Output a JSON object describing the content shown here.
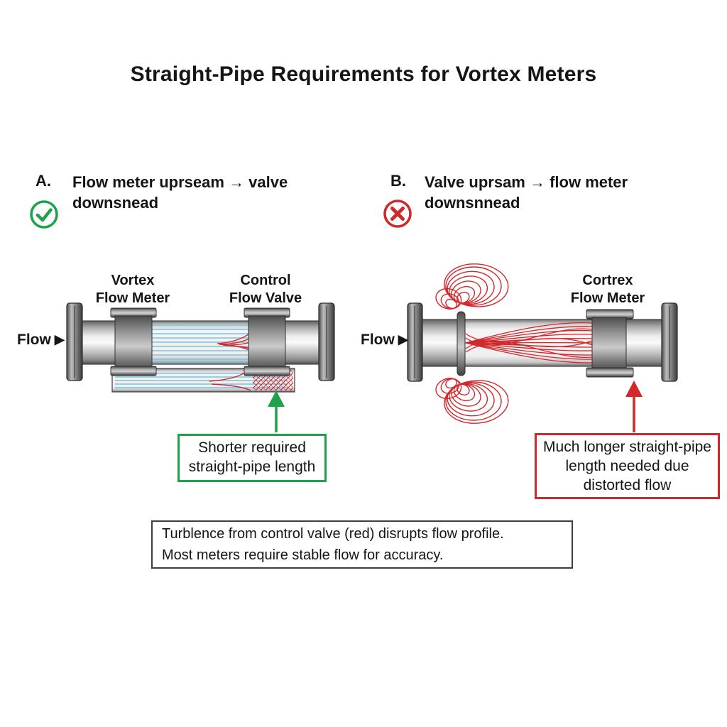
{
  "title": "Straight-Pipe Requirements for Vortex Meters",
  "section_a": {
    "letter": "A.",
    "heading_line1": "Flow meter uprseam → valve",
    "heading_line2": "downsnead",
    "status": "correct",
    "meter_label_line1": "Vortex",
    "meter_label_line2": "Flow Meter",
    "valve_label_line1": "Control",
    "valve_label_line2": "Flow Valve",
    "flow_label": "Flow",
    "callout_line1": "Shorter required",
    "callout_line2": "straight-pipe length"
  },
  "section_b": {
    "letter": "B.",
    "heading_line1": "Valve uprsam → flow meter",
    "heading_line2": "downsnnead",
    "status": "incorrect",
    "meter_label_line1": "Cortrex",
    "meter_label_line2": "Flow Meter",
    "flow_label": "Flow",
    "callout_line1": "Much longer straight-pipe",
    "callout_line2": "length needed due",
    "callout_line3": "distorted flow"
  },
  "footnote_line1": "Turblence from control valve (red) disrupts flow profile.",
  "footnote_line2": "Most meters require stable flow for accuracy.",
  "icons": {
    "section_a_status": "check-circle",
    "section_b_status": "x-circle",
    "flow_arrow_glyph": "▶"
  },
  "colors": {
    "accent_green": "#1fa24b",
    "accent_red": "#d2282c",
    "streamline_blue": "#7cc2da",
    "text": "#151515"
  }
}
